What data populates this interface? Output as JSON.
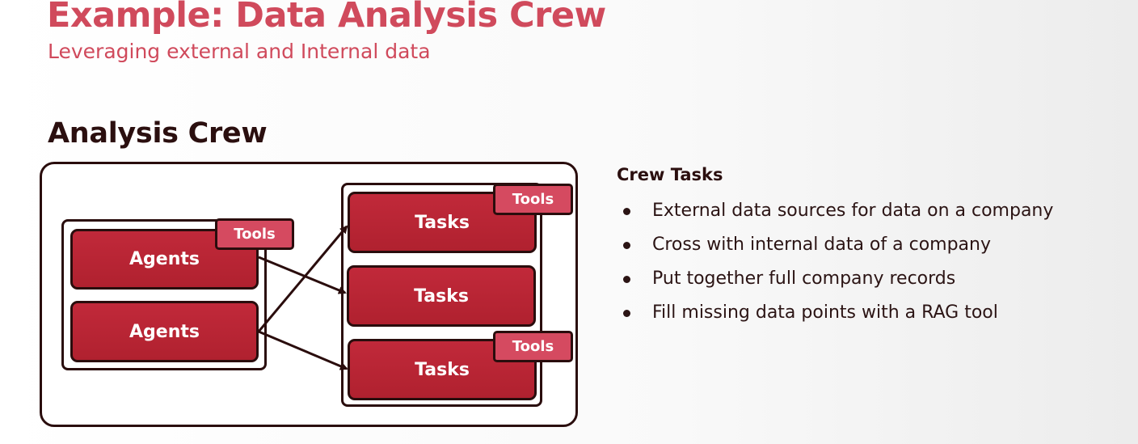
{
  "slide": {
    "title": "Example: Data Analysis Crew",
    "subtitle": "Leveraging external and Internal data",
    "section_title": "Analysis Crew"
  },
  "diagram": {
    "agents": [
      {
        "label": "Agents",
        "tools_label": "Tools"
      },
      {
        "label": "Agents"
      }
    ],
    "tasks": [
      {
        "label": "Tasks",
        "tools_label": "Tools"
      },
      {
        "label": "Tasks"
      },
      {
        "label": "Tasks",
        "tools_label": "Tools"
      }
    ]
  },
  "crew_tasks": {
    "heading": "Crew Tasks",
    "items": [
      "External data sources for data on a company",
      "Cross with internal data of a company",
      "Put together full company records",
      "Fill missing data points with a RAG tool"
    ]
  },
  "colors": {
    "title": "#d04a5c",
    "node_fill": "#b8232f",
    "tools_fill": "#d54a60",
    "outline": "#2a0d0d"
  }
}
